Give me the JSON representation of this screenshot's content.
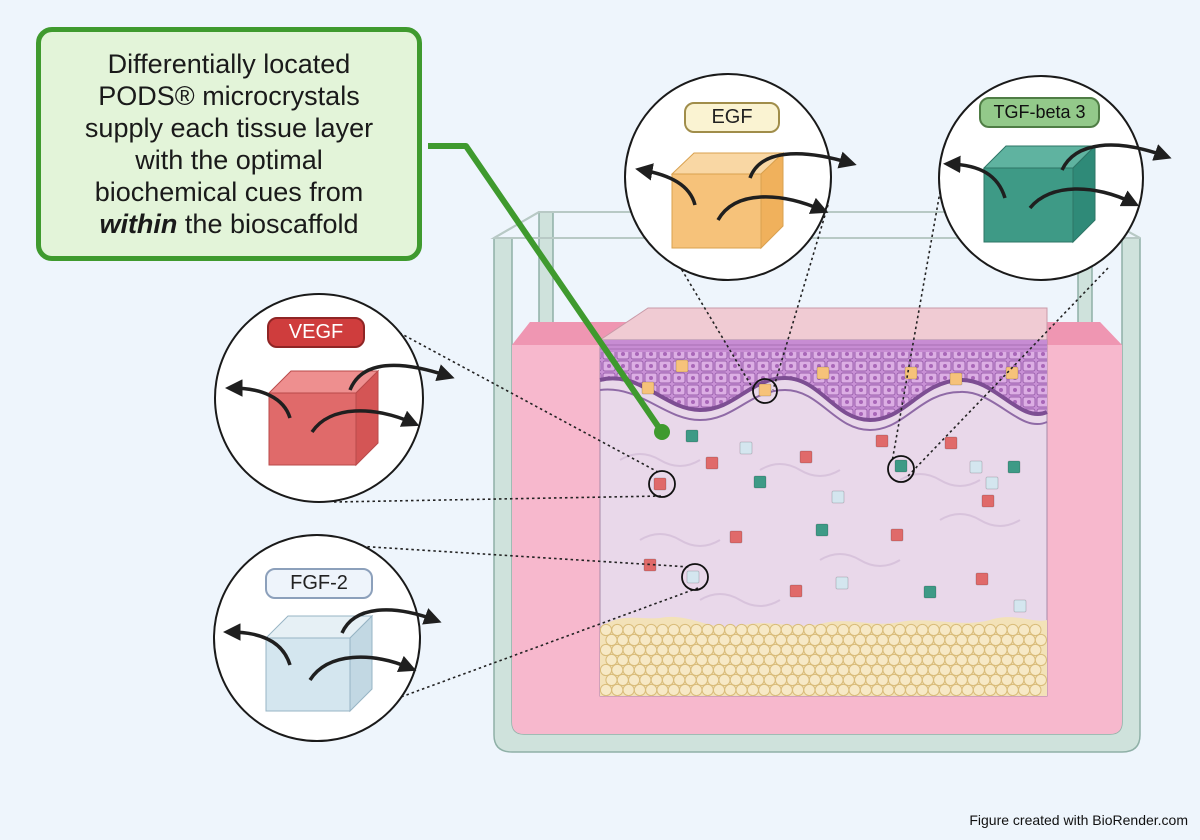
{
  "callout": {
    "line1": "Differentially located",
    "line2": "PODS® microcrystals",
    "line3": "supply each tissue layer",
    "line4": "with the optimal",
    "line5": "biochemical cues from",
    "line6_emph": "within",
    "line6_rest": " the bioscaffold"
  },
  "labels": {
    "egf": "EGF",
    "tgf": "TGF-beta 3",
    "vegf": "VEGF",
    "fgf": "FGF-2"
  },
  "credit": "Figure created with BioRender.com",
  "colors": {
    "callout_border": "#3f9a2e",
    "egf": "#f6c27a",
    "tgf": "#3e9a86",
    "vegf": "#e06a6a",
    "fgf": "#d4e6ef",
    "media": "#f7b8cd",
    "epidermis": "#c58fd3",
    "dermis": "#e9d8ea"
  }
}
